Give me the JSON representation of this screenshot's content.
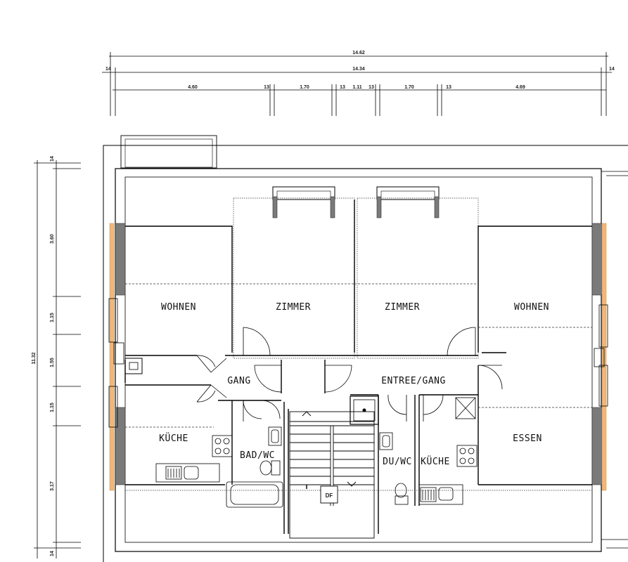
{
  "plan": {
    "dimensions": {
      "top_overall": "14.62",
      "top_inner": "14.34",
      "left_end": "14",
      "right_end": "14",
      "seg_1": "4.60",
      "seg_2_mark": "13",
      "seg_3": "1.70",
      "seg_4_mark": "13",
      "seg_5": "1.11",
      "seg_6_mark": "13",
      "seg_7": "1.70",
      "seg_8_mark": "13",
      "seg_9": "4.69",
      "side_overall": "11.32",
      "side_top": "14",
      "side_1": "3.60",
      "side_2": "1.15",
      "side_3": "1.55",
      "side_4": "1.15",
      "side_5": "3.17",
      "side_bottom": "14"
    },
    "rooms": {
      "wohnen_left": "WOHNEN",
      "zimmer_left": "ZIMMER",
      "zimmer_right": "ZIMMER",
      "wohnen_right": "WOHNEN",
      "gang": "GANG",
      "entree_gang": "ENTREE/GANG",
      "kueche_left": "KÜCHE",
      "bad_wc": "BAD/WC",
      "du_wc": "DU/WC",
      "kueche_right": "KÜCHE",
      "essen": "ESSEN",
      "df": "DF"
    }
  }
}
